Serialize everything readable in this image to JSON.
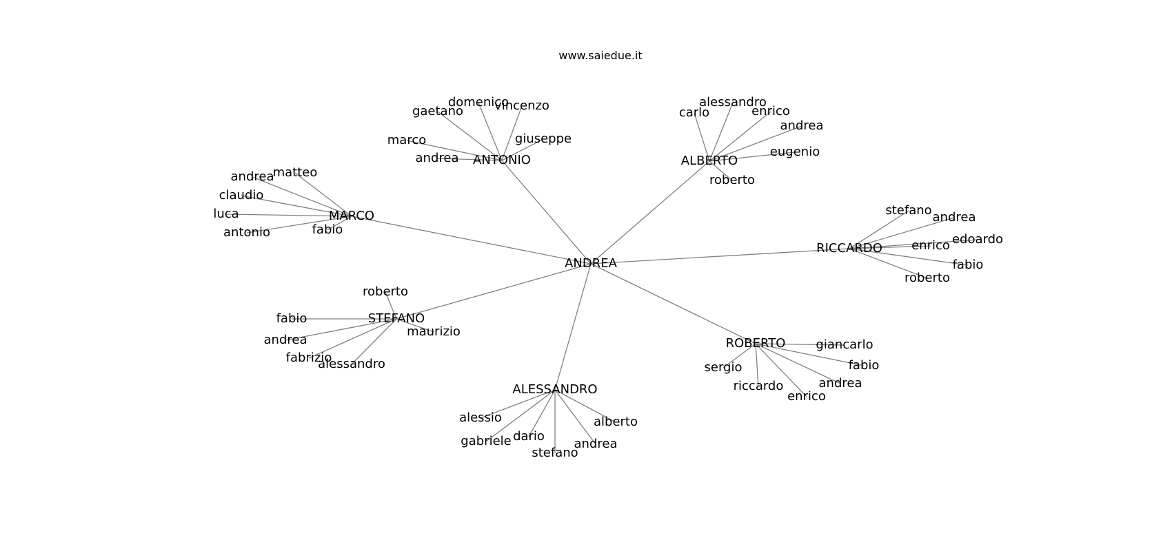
{
  "site_title": "www.saiedue.it",
  "graph": {
    "root": "ANDREA",
    "groups": [
      {
        "name": "ANTONIO",
        "children": [
          "gaetano",
          "domenico",
          "vincenzo",
          "giuseppe",
          "marco",
          "andrea"
        ]
      },
      {
        "name": "ALBERTO",
        "children": [
          "carlo",
          "alessandro",
          "enrico",
          "andrea",
          "eugenio",
          "roberto"
        ]
      },
      {
        "name": "MARCO",
        "children": [
          "matteo",
          "andrea",
          "claudio",
          "luca",
          "antonio",
          "fabio"
        ]
      },
      {
        "name": "RICCARDO",
        "children": [
          "stefano",
          "andrea",
          "enrico",
          "edoardo",
          "fabio",
          "roberto"
        ]
      },
      {
        "name": "STEFANO",
        "children": [
          "roberto",
          "fabio",
          "andrea",
          "fabrizio",
          "alessandro",
          "maurizio"
        ]
      },
      {
        "name": "ROBERTO",
        "children": [
          "giancarlo",
          "sergio",
          "fabio",
          "riccardo",
          "andrea",
          "enrico"
        ]
      },
      {
        "name": "ALESSANDRO",
        "children": [
          "alessio",
          "alberto",
          "gabriele",
          "dario",
          "stefano",
          "andrea"
        ]
      }
    ]
  }
}
